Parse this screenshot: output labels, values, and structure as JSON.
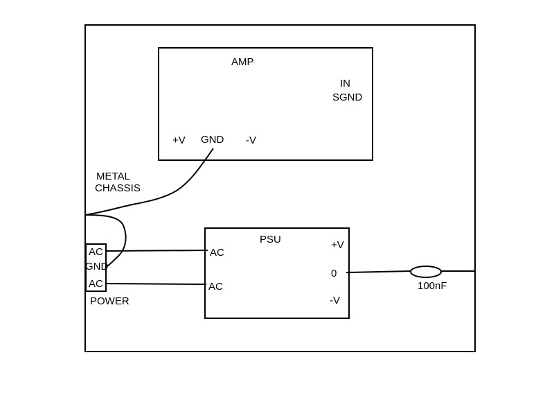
{
  "diagram": {
    "amp": {
      "title": "AMP",
      "pin_pos": "+V",
      "pin_gnd": "GND",
      "pin_neg": "-V",
      "pin_in": "IN",
      "pin_sgnd": "SGND"
    },
    "chassis_label_line1": "METAL",
    "chassis_label_line2": "CHASSIS",
    "power": {
      "ac_top": "AC",
      "gnd": "GND",
      "ac_bottom": "AC",
      "label": "POWER"
    },
    "psu": {
      "title": "PSU",
      "in_ac_top": "AC",
      "in_ac_bottom": "AC",
      "out_pos": "+V",
      "out_zero": "0",
      "out_neg": "-V"
    },
    "capacitor_label": "100nF"
  }
}
